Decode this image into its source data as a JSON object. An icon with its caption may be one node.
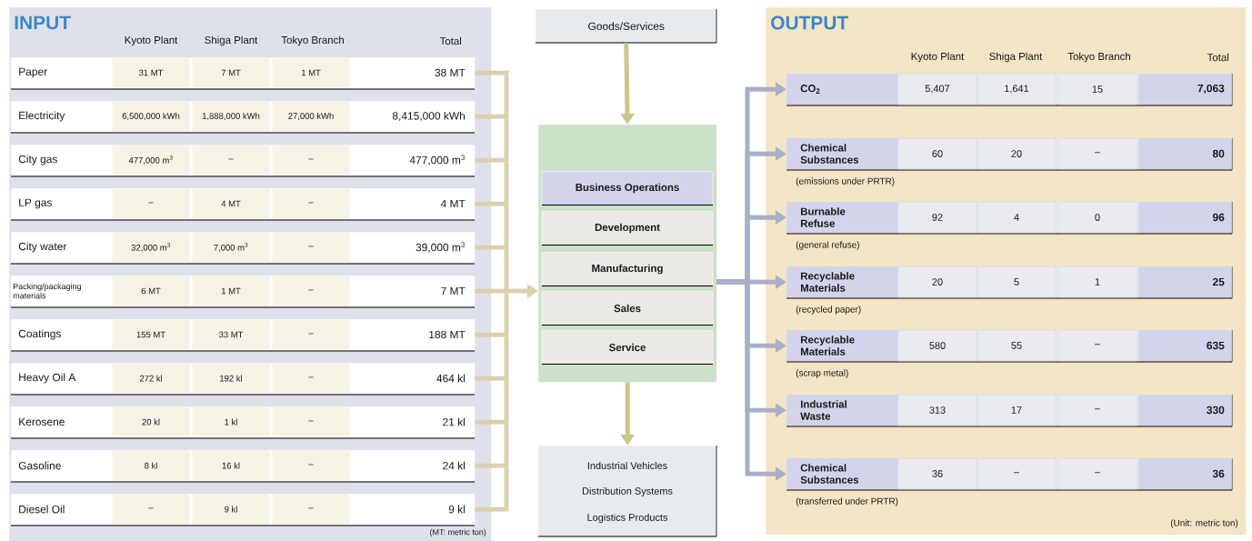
{
  "diagram": {
    "nodes": [
      {
        "text": [
          "INPUT"
        ]
      },
      {
        "text": [
          "Paper",
          "31 MT",
          "7 MT",
          "1 MT",
          "38 MT"
        ],
        "in": 0
      },
      {
        "text": [
          "Electricity",
          "6,500,000 kWh",
          "1,888,000 kWh",
          "27,000 kWh",
          "8,415,000 kWh"
        ],
        "in": 0
      },
      {
        "text": [
          "City gas",
          "477,000 m$^{3}$",
          "–",
          "–",
          "477,000 m$^{3}$"
        ],
        "in": 0
      },
      {
        "text": [
          "LP gas",
          "–",
          "4 MT",
          "–",
          "4 MT"
        ],
        "in": 0
      },
      {
        "text": [
          "City water",
          "32,000 m$^{3}$",
          "7,000 m$^{3}$",
          "–",
          "39,000 m$^{3}$"
        ],
        "in": 0
      },
      {
        "text": [
          "Packing/packaging materials",
          "6 MT",
          "1 MT",
          "–",
          "7 MT"
        ],
        "in": 0
      },
      {
        "text": [
          "Coatings",
          "155 MT",
          "33 MT",
          "–",
          "188 MT"
        ],
        "in": 0
      },
      {
        "text": [
          "Heavy Oil A",
          "272 kl",
          "192 kl",
          "–",
          "464 kl"
        ],
        "in": 0
      },
      {
        "text": [
          "Kerosene",
          "20 kl",
          "1 kl",
          "–",
          "21 kl"
        ],
        "in": 0
      },
      {
        "text": [
          "Gasoline",
          "8 kl",
          "16 kl",
          "–",
          "24 kl"
        ],
        "in": 0
      },
      {
        "text": [
          "Diesel Oil",
          "–",
          "9 kl",
          "–",
          "9 kl"
        ],
        "in": 0
      },
      {
        "text": [
          "Goods/Services"
        ]
      },
      {
        "text": [],
        "shape": "box"
      },
      {
        "text": [
          "Business Operations"
        ],
        "in": 13
      },
      {
        "text": [
          "Development"
        ],
        "in": 13
      },
      {
        "text": [
          "Manufacturing"
        ],
        "in": 13
      },
      {
        "text": [
          "Sales"
        ],
        "in": 13
      },
      {
        "text": [
          "Service"
        ],
        "in": 13
      },
      {
        "text": [
          "Industrial Vehicles",
          "Distribution Systems",
          "Logistics Products"
        ]
      },
      {
        "text": [
          "OUTPUT"
        ]
      },
      {
        "text": [
          "CO$_{2}$",
          "5,407",
          "1,641",
          "15",
          "7,063"
        ],
        "in": 20
      },
      {
        "text": [
          "Chemical Substances",
          "60",
          "20",
          "–",
          "80"
        ],
        "in": 20,
        "beside": [
          "(emissions under PRTR)"
        ]
      },
      {
        "text": [
          "Burnable Refuse",
          "92",
          "4",
          "0",
          "96"
        ],
        "in": 20,
        "beside": [
          "(general refuse)"
        ]
      },
      {
        "text": [
          "Recyclable Materials",
          "20",
          "5",
          "1",
          "25"
        ],
        "in": 20,
        "beside": [
          "(recycled paper)"
        ]
      },
      {
        "text": [
          "Recyclable Materials",
          "580",
          "55",
          "–",
          "635"
        ],
        "in": 20,
        "beside": [
          "(scrap metal)"
        ]
      },
      {
        "text": [
          "Industrial Waste",
          "313",
          "17",
          "–",
          "330"
        ],
        "in": 20
      },
      {
        "text": [
          "Chemical Substances",
          "36",
          "–",
          "–",
          "36"
        ],
        "in": 20,
        "beside": [
          "(transferred under PRTR)"
        ]
      }
    ],
    "edges": [
      {
        "from": 1,
        "to": 13,
        "arrow": "to",
        "color": "#dccfaf"
      },
      {
        "from": 2,
        "to": 13,
        "arrow": "to",
        "color": "#dccfaf"
      },
      {
        "from": 3,
        "to": 13,
        "arrow": "to",
        "color": "#dccfaf"
      },
      {
        "from": 4,
        "to": 13,
        "arrow": "to",
        "color": "#dccfaf"
      },
      {
        "from": 5,
        "to": 13,
        "arrow": "to",
        "color": "#dccfaf"
      },
      {
        "from": 6,
        "to": 13,
        "arrow": "to",
        "color": "#dccfaf"
      },
      {
        "from": 7,
        "to": 13,
        "arrow": "to",
        "color": "#dccfaf"
      },
      {
        "from": 8,
        "to": 13,
        "arrow": "to",
        "color": "#dccfaf"
      },
      {
        "from": 9,
        "to": 13,
        "arrow": "to",
        "color": "#dccfaf"
      },
      {
        "from": 10,
        "to": 13,
        "arrow": "to",
        "color": "#dccfaf"
      },
      {
        "from": 11,
        "to": 13,
        "arrow": "to",
        "color": "#dccfaf"
      },
      {
        "from": 12,
        "to": 13,
        "arrow": "to",
        "color": "#c8c98a"
      },
      {
        "from": 13,
        "to": 19,
        "arrow": "to",
        "color": "#c8c98a"
      },
      {
        "from": 13,
        "to": 21,
        "arrow": "to",
        "color": "#a9aec8"
      },
      {
        "from": 13,
        "to": 22,
        "arrow": "to",
        "color": "#a9aec8"
      },
      {
        "from": 13,
        "to": 23,
        "arrow": "to",
        "color": "#a9aec8"
      },
      {
        "from": 13,
        "to": 24,
        "arrow": "to",
        "color": "#a9aec8"
      },
      {
        "from": 13,
        "to": 25,
        "arrow": "to",
        "color": "#a9aec8"
      },
      {
        "from": 13,
        "to": 26,
        "arrow": "to",
        "color": "#a9aec8"
      },
      {
        "from": 13,
        "to": 27,
        "arrow": "to",
        "color": "#a9aec8"
      }
    ],
    "labels": [
      "Kyoto Plant",
      "Shiga Plant",
      "Tokyo Branch",
      "Total",
      "(MT: metric ton)",
      "Kyoto Plant",
      "Shiga Plant",
      "Tokyo Branch",
      "Total",
      "(Unit: metric ton)"
    ]
  }
}
